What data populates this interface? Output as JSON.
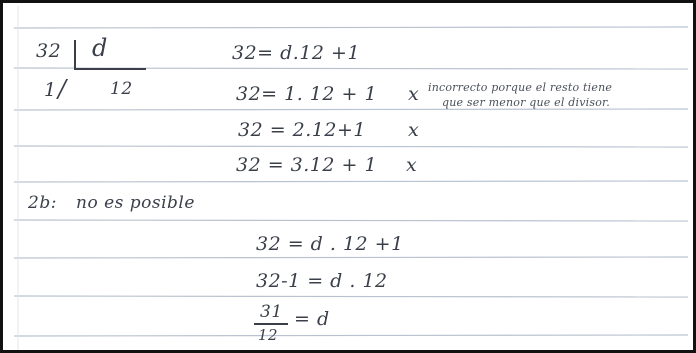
{
  "page": {
    "paper_color": "#ffffff",
    "line_color": "#b9c3cf",
    "ink_color": "#3a3f4a",
    "border_color": "#111111"
  },
  "division": {
    "dividend": "32",
    "divisor": "d",
    "remainder": "1",
    "quotient": "12"
  },
  "attempts": [
    {
      "equation": "32= d.12 +1",
      "mark": ""
    },
    {
      "equation": "32= 1. 12 + 1",
      "mark": "x"
    },
    {
      "equation": "32 = 2.12+1",
      "mark": "x"
    },
    {
      "equation": "32 = 3.12 + 1",
      "mark": "x"
    }
  ],
  "note": {
    "line1": "incorrecto porque el resto tiene",
    "line2": "que ser menor que el divisor."
  },
  "part_b": {
    "label": "2b:",
    "statement": "no es posible"
  },
  "solution": [
    {
      "equation": "32 = d . 12 +1"
    },
    {
      "equation": "32-1 = d . 12"
    }
  ],
  "fraction": {
    "numerator": "31",
    "denominator": "12",
    "rhs": "= d"
  }
}
